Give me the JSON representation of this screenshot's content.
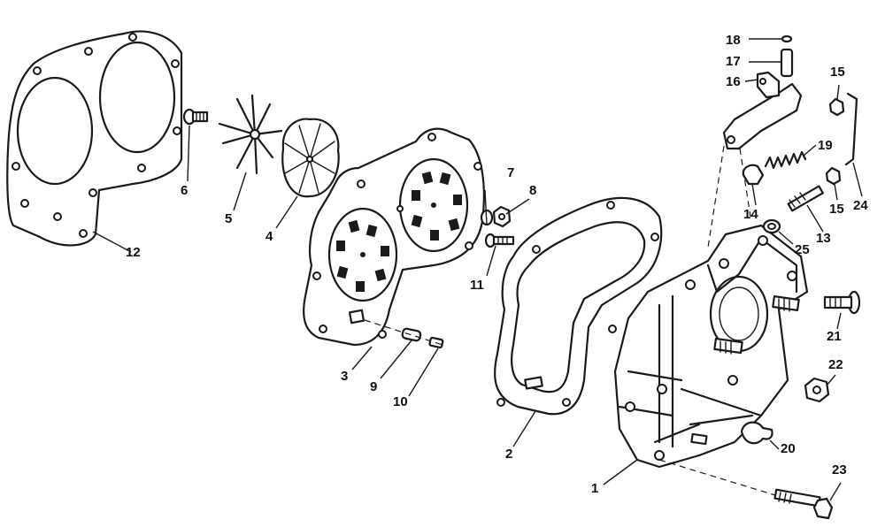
{
  "diagram": {
    "callouts": [
      {
        "key": "1",
        "text": "1"
      },
      {
        "key": "2",
        "text": "2"
      },
      {
        "key": "3",
        "text": "3"
      },
      {
        "key": "4",
        "text": "4"
      },
      {
        "key": "5",
        "text": "5"
      },
      {
        "key": "6",
        "text": "6"
      },
      {
        "key": "7",
        "text": "7"
      },
      {
        "key": "8",
        "text": "8"
      },
      {
        "key": "9",
        "text": "9"
      },
      {
        "key": "10",
        "text": "10"
      },
      {
        "key": "11",
        "text": "11"
      },
      {
        "key": "12",
        "text": "12"
      },
      {
        "key": "13",
        "text": "13"
      },
      {
        "key": "14",
        "text": "14"
      },
      {
        "key": "15a",
        "text": "15"
      },
      {
        "key": "15b",
        "text": "15"
      },
      {
        "key": "16",
        "text": "16"
      },
      {
        "key": "17",
        "text": "17"
      },
      {
        "key": "18",
        "text": "18"
      },
      {
        "key": "19",
        "text": "19"
      },
      {
        "key": "20",
        "text": "20"
      },
      {
        "key": "21",
        "text": "21"
      },
      {
        "key": "22",
        "text": "22"
      },
      {
        "key": "23",
        "text": "23"
      },
      {
        "key": "24",
        "text": "24"
      },
      {
        "key": "25",
        "text": "25"
      }
    ]
  }
}
